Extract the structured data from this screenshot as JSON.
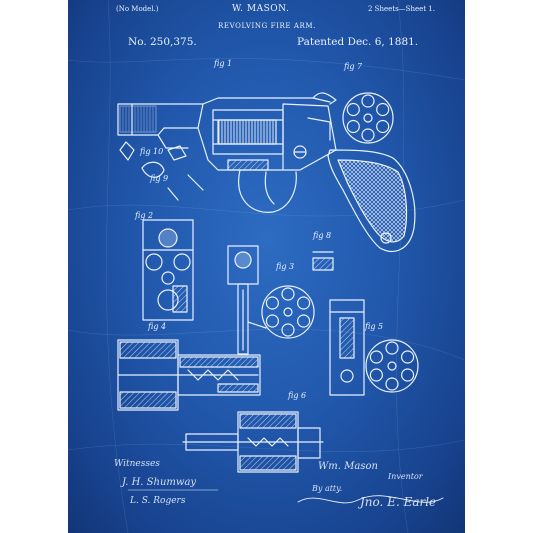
{
  "header": {
    "model_note": "(No Model.)",
    "inventor": "W. MASON.",
    "sheet_note": "2 Sheets—Sheet 1.",
    "title": "REVOLVING FIRE ARM.",
    "patent_number": "No. 250,375.",
    "patent_date": "Patented Dec. 6, 1881."
  },
  "figures": {
    "fig1": "fig 1",
    "fig7": "fig 7",
    "fig10": "fig 10",
    "fig9": "fig 9",
    "fig2": "fig 2",
    "fig8": "fig 8",
    "fig3": "fig 3",
    "fig5": "fig 5",
    "fig4": "fig 4",
    "fig6": "fig 6"
  },
  "signatures": {
    "witnesses_label": "Witnesses",
    "witness1": "J. H. Shumway",
    "witness2": "L. S. Rogers",
    "inventor_name": "Wm. Mason",
    "inventor_label": "Inventor",
    "by_atty": "By atty.",
    "attorney_signature": "Jno. E. Earle"
  },
  "colors": {
    "blueprint_center": "#2d6cc2",
    "blueprint_edge": "#123677",
    "line_color": "#e9f1ff"
  }
}
